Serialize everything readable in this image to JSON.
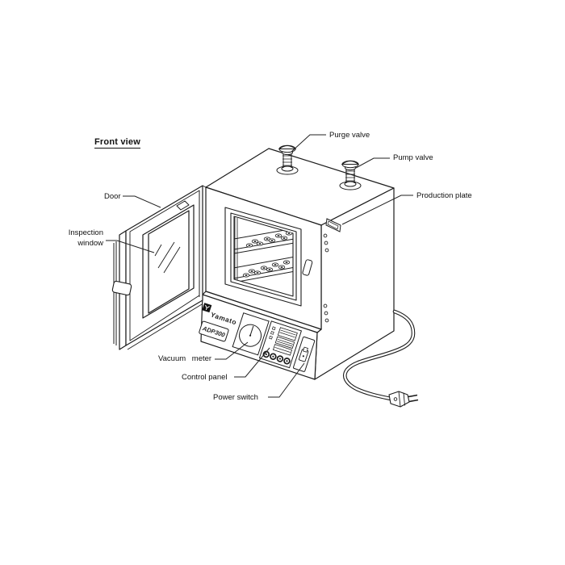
{
  "colors": {
    "line": "#1c1c1c",
    "background": "#ffffff",
    "text": "#111111"
  },
  "heading": {
    "front_view": "Front view"
  },
  "device": {
    "brand": "Yamato",
    "model": "ADP300"
  },
  "callouts": {
    "purge_valve": "Purge valve",
    "pump_valve": "Pump valve",
    "production_plate": "Production plate",
    "door": "Door",
    "inspection_window": "Inspection window",
    "vacuum_meter": "Vacuum meter",
    "control_panel": "Control panel",
    "power_switch": "Power switch"
  }
}
